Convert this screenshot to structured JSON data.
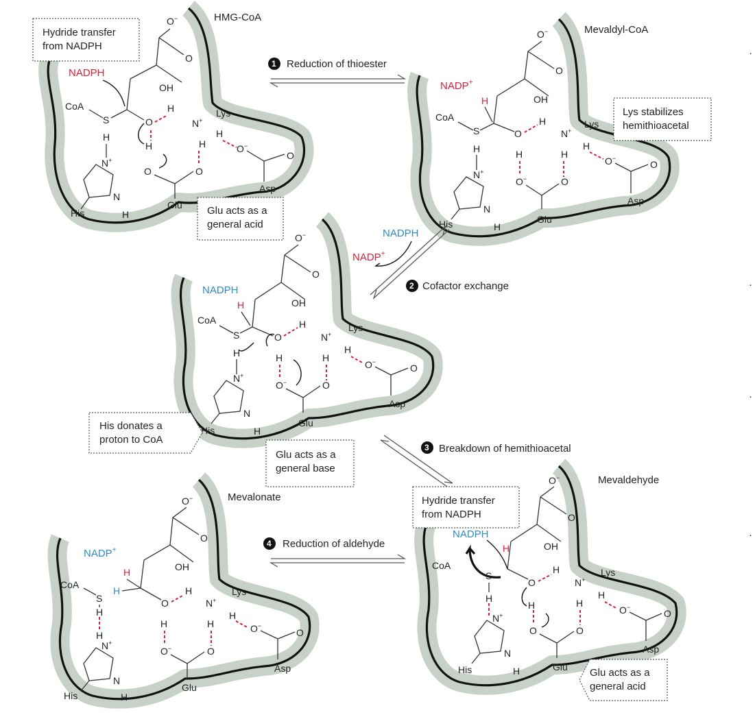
{
  "panels": {
    "hmg_coa": {
      "title": "HMG-CoA",
      "cofactor": "NADPH",
      "callout_hydride": "Hydride transfer\nfrom NADPH",
      "callout_glu": "Glu acts as a\ngeneral acid",
      "residues": {
        "his": "His",
        "glu": "Glu",
        "lys": "Lys",
        "asp": "Asp"
      },
      "coa": "CoA"
    },
    "mevaldyl_coa": {
      "title": "Mevaldyl-CoA",
      "cofactor": "NADP+",
      "callout_lys": "Lys stabilizes\nhemithioacetal",
      "residues": {
        "his": "His",
        "glu": "Glu",
        "lys": "Lys",
        "asp": "Asp"
      },
      "coa": "CoA"
    },
    "exchange": {
      "cofactor": "NADPH",
      "callout_his": "His donates a\nproton to CoA",
      "callout_glu": "Glu acts as a\ngeneral base",
      "residues": {
        "his": "His",
        "glu": "Glu",
        "lys": "Lys",
        "asp": "Asp"
      },
      "coa": "CoA"
    },
    "mevalonate": {
      "title": "Mevalonate",
      "cofactor": "NADP+",
      "residues": {
        "his": "His",
        "glu": "Glu",
        "lys": "Lys",
        "asp": "Asp"
      },
      "coa": "CoA"
    },
    "mevaldehyde": {
      "title": "Mevaldehyde",
      "cofactor": "NADPH",
      "callout_hydride": "Hydride transfer\nfrom NADPH",
      "callout_glu": "Glu acts as a\ngeneral acid",
      "residues": {
        "his": "His",
        "glu": "Glu",
        "lys": "Lys",
        "asp": "Asp"
      },
      "coa": "CoA"
    }
  },
  "steps": [
    {
      "num": "1",
      "label": "Reduction of thioester"
    },
    {
      "num": "2",
      "label": "Cofactor exchange"
    },
    {
      "num": "3",
      "label": "Breakdown of hemithioacetal"
    },
    {
      "num": "4",
      "label": "Reduction of aldehyde"
    }
  ],
  "exchange_arrow": {
    "in": "NADPH",
    "out": "NADP+"
  },
  "colors": {
    "red": "#d6203a",
    "blue": "#2f8ac4",
    "pocket_halo": "#c7d1c7"
  }
}
